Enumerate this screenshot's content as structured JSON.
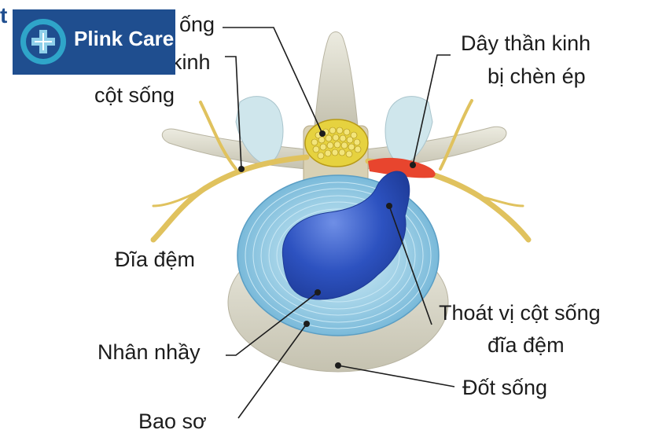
{
  "logo": {
    "brand": "Plink Care",
    "corner_glyph": "t",
    "icon": "medical-cross-icon",
    "bg_color": "#1f4e8f"
  },
  "labels": {
    "top_left_partial": "ống",
    "nerve_left_line1": "kinh",
    "nerve_left_line2": "cột sống",
    "compressed_nerve_line1": "Dây thần kinh",
    "compressed_nerve_line2": "bị chèn ép",
    "disc": "Đĩa đệm",
    "herniation_line1": "Thoát vị cột sống",
    "herniation_line2": "đĩa đệm",
    "nucleus": "Nhân nhầy",
    "vertebra": "Đốt sống",
    "annulus": "Bao sơ"
  },
  "colors": {
    "bone": "#d9d6c6",
    "disc_ring": "#9fd0e6",
    "nucleus": "#2d52c0",
    "nerve": "#e0c25e",
    "compression": "#e8452e",
    "cord_fibers": "#e6d23f"
  }
}
